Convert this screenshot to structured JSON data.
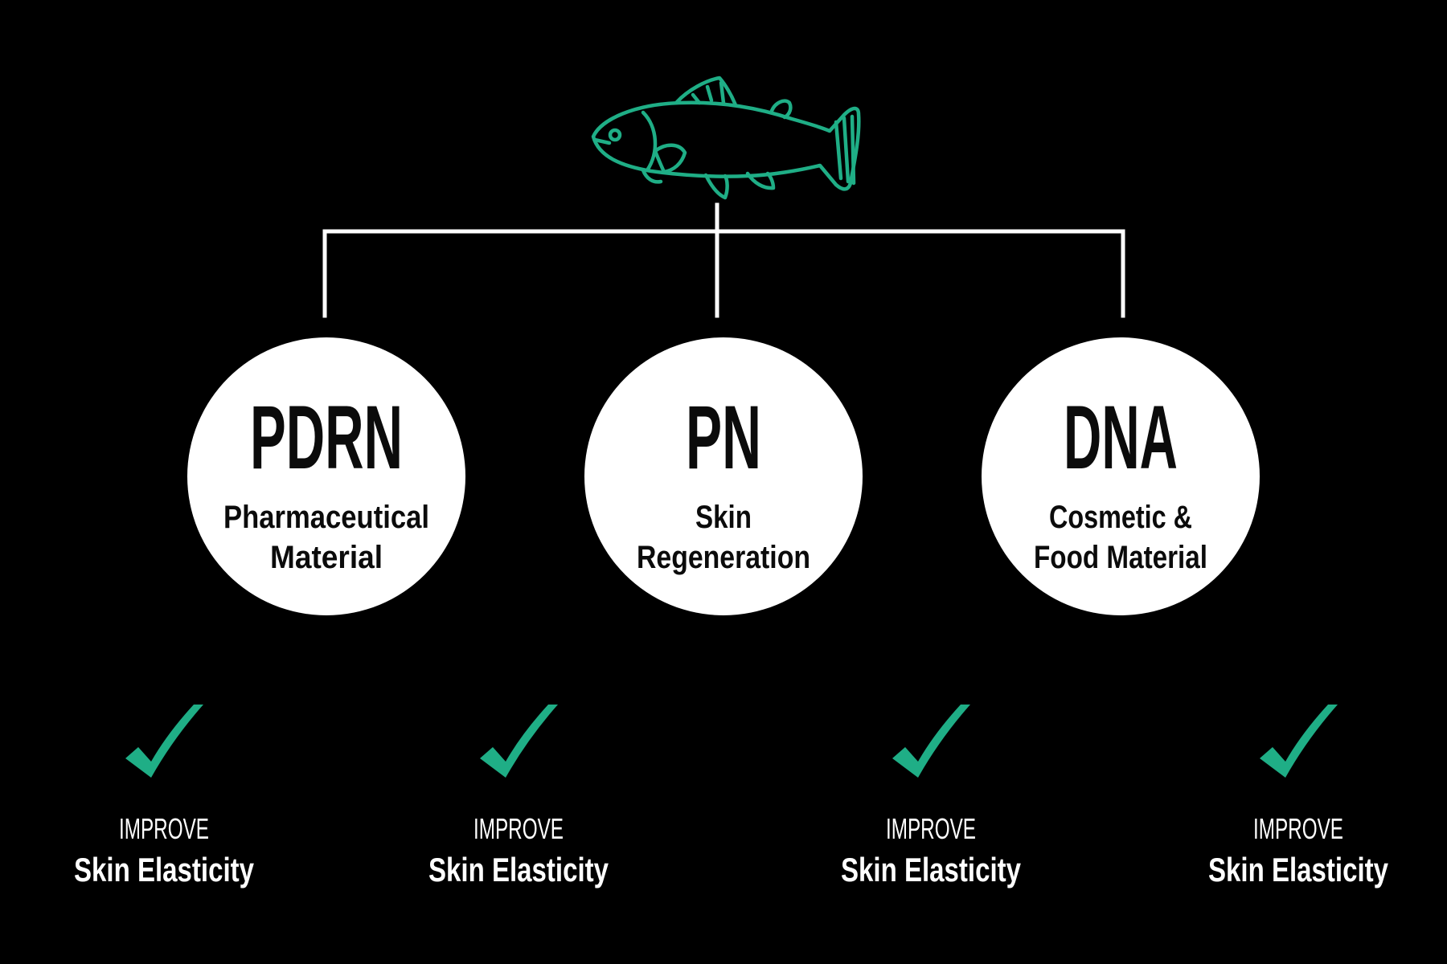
{
  "colors": {
    "background": "#000000",
    "accent": "#1fae86",
    "connector": "#ffffff",
    "circle_fill": "#ffffff",
    "circle_text": "#0b0b0b"
  },
  "top_icon": "fish-icon",
  "nodes": [
    {
      "title": "PDRN",
      "subtitle_line1": "Pharmaceutical",
      "subtitle_line2": "Material"
    },
    {
      "title": "PN",
      "subtitle_line1": "Skin",
      "subtitle_line2": "Regeneration"
    },
    {
      "title": "DNA",
      "subtitle_line1": "Cosmetic &",
      "subtitle_line2": "Food Material"
    }
  ],
  "benefits": [
    {
      "icon": "checkmark-icon",
      "line1": "IMPROVE",
      "line2": "Skin Elasticity"
    },
    {
      "icon": "checkmark-icon",
      "line1": "IMPROVE",
      "line2": "Skin Elasticity"
    },
    {
      "icon": "checkmark-icon",
      "line1": "IMPROVE",
      "line2": "Skin Elasticity"
    },
    {
      "icon": "checkmark-icon",
      "line1": "IMPROVE",
      "line2": "Skin Elasticity"
    }
  ]
}
